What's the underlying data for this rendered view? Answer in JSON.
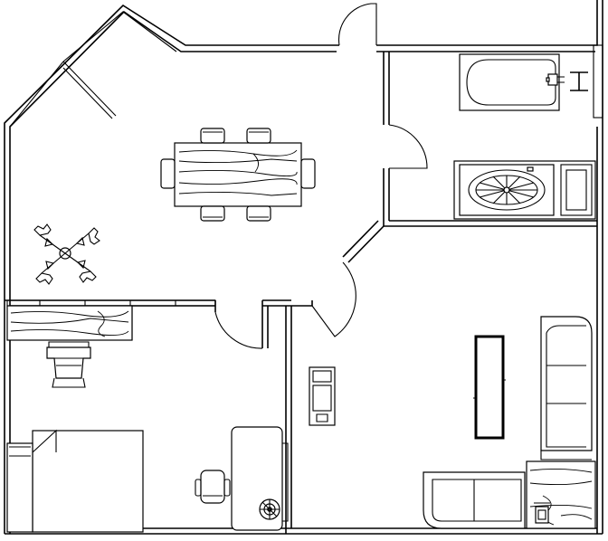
{
  "diagram": {
    "kind": "floor-plan",
    "style": "black line drawing on white"
  },
  "rooms": [
    {
      "id": "dining-area",
      "furniture": [
        "dining-table",
        "dining-chair",
        "dining-chair",
        "dining-chair",
        "dining-chair",
        "dining-chair",
        "dining-chair",
        "potted-plant"
      ]
    },
    {
      "id": "bathroom",
      "furniture": [
        "bathtub",
        "faucet",
        "sink",
        "vanity-cabinet"
      ]
    },
    {
      "id": "bedroom",
      "furniture": [
        "wardrobe",
        "armchair",
        "bed",
        "desk",
        "office-chair",
        "desk-lamp"
      ]
    },
    {
      "id": "living-room",
      "furniture": [
        "sofa",
        "loveseat",
        "coffee-table",
        "tv-stand",
        "side-table",
        "telephone"
      ]
    }
  ],
  "colors": {
    "line": "#000000",
    "background": "#ffffff"
  }
}
